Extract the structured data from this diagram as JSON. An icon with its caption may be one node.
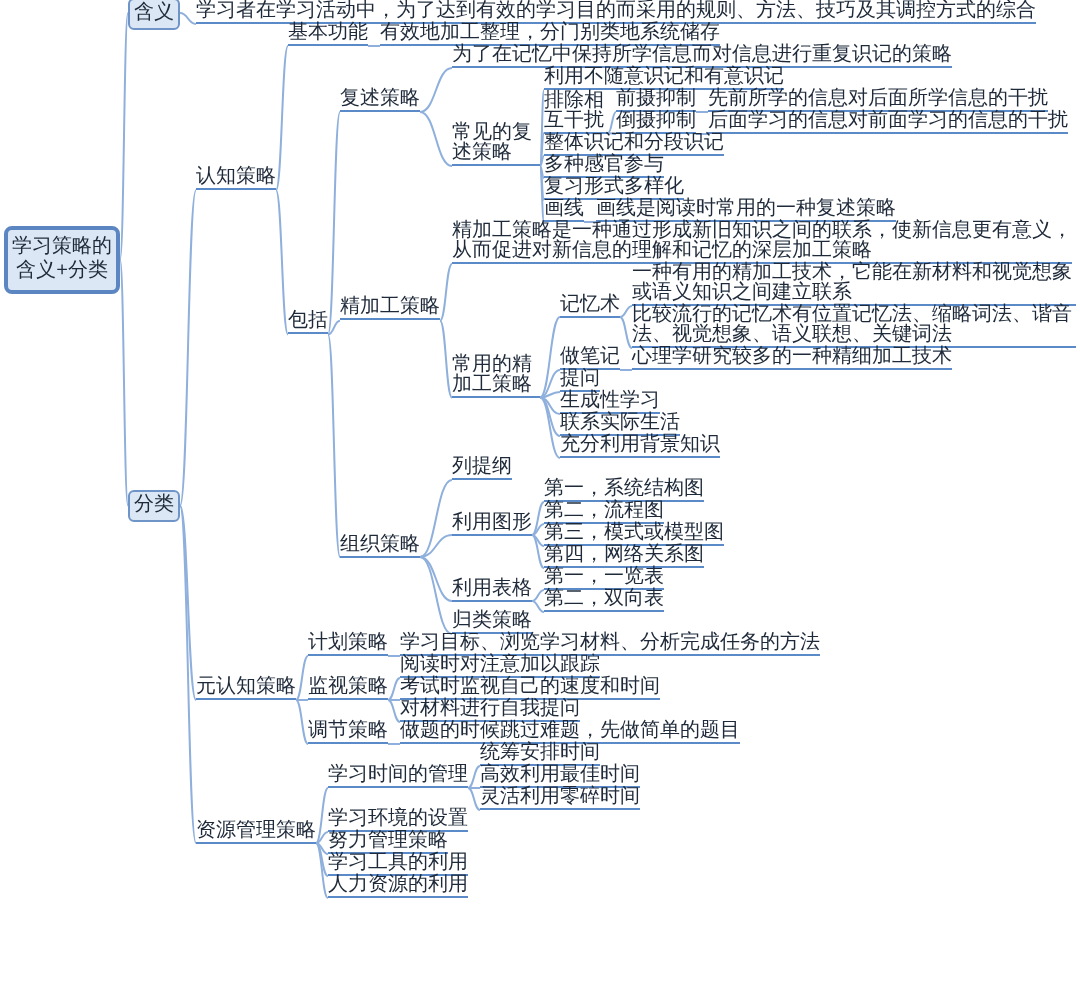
{
  "diagram": {
    "nodes": [
      {
        "text": [
          "学习策略的含义+分类"
        ]
      },
      {
        "text": [
          "含义"
        ]
      },
      {
        "text": [
          "学习者在学习活动中，为了达到有效的学习目的而采用的规则、方法、技巧及其调控方式的综合"
        ]
      },
      {
        "text": [
          "分类"
        ]
      },
      {
        "text": [
          "认知策略"
        ]
      },
      {
        "text": [
          "基本功能"
        ]
      },
      {
        "text": [
          "有效地加工整理，分门别类地系统储存"
        ]
      },
      {
        "text": [
          "包括"
        ]
      },
      {
        "text": [
          "复述策略"
        ]
      },
      {
        "text": [
          "为了在记忆中保持所学信息而对信息进行重复识记的策略"
        ]
      },
      {
        "text": [
          "常见的复述策略"
        ]
      },
      {
        "text": [
          "利用不随意识记和有意识记"
        ]
      },
      {
        "text": [
          "排除相互干扰"
        ]
      },
      {
        "text": [
          "前摄抑制"
        ]
      },
      {
        "text": [
          "先前所学的信息对后面所学信息的干扰"
        ]
      },
      {
        "text": [
          "倒摄抑制"
        ]
      },
      {
        "text": [
          "后面学习的信息对前面学习的信息的干扰"
        ]
      },
      {
        "text": [
          "整体识记和分段识记"
        ]
      },
      {
        "text": [
          "多种感官参与"
        ]
      },
      {
        "text": [
          "复习形式多样化"
        ]
      },
      {
        "text": [
          "画线"
        ]
      },
      {
        "text": [
          "画线是阅读时常用的一种复述策略"
        ]
      },
      {
        "text": [
          "精加工策略"
        ]
      },
      {
        "text": [
          "精加工策略是一种通过形成新旧知识之间的联系，使新信息更有意义，从而促进对新信息的理解和记忆的深层加工策略"
        ]
      },
      {
        "text": [
          "常用的精加工策略"
        ]
      },
      {
        "text": [
          "记忆术"
        ]
      },
      {
        "text": [
          "一种有用的精加工技术，它能在新材料和视觉想象或语义知识之间建立联系"
        ]
      },
      {
        "text": [
          "比较流行的记忆术有位置记忆法、缩略词法、谐音法、视觉想象、语义联想、关键词法"
        ]
      },
      {
        "text": [
          "做笔记"
        ]
      },
      {
        "text": [
          "心理学研究较多的一种精细加工技术"
        ]
      },
      {
        "text": [
          "提问"
        ]
      },
      {
        "text": [
          "生成性学习"
        ]
      },
      {
        "text": [
          "联系实际生活"
        ]
      },
      {
        "text": [
          "充分利用背景知识"
        ]
      },
      {
        "text": [
          "组织策略"
        ]
      },
      {
        "text": [
          "列提纲"
        ]
      },
      {
        "text": [
          "利用图形"
        ]
      },
      {
        "text": [
          "第一，系统结构图"
        ]
      },
      {
        "text": [
          "第二，流程图"
        ]
      },
      {
        "text": [
          "第三，模式或模型图"
        ]
      },
      {
        "text": [
          "第四，网络关系图"
        ]
      },
      {
        "text": [
          "利用表格"
        ]
      },
      {
        "text": [
          "第一，一览表"
        ]
      },
      {
        "text": [
          "第二，双向表"
        ]
      },
      {
        "text": [
          "归类策略"
        ]
      },
      {
        "text": [
          "元认知策略"
        ]
      },
      {
        "text": [
          "计划策略"
        ]
      },
      {
        "text": [
          "学习目标、浏览学习材料、分析完成任务的方法"
        ]
      },
      {
        "text": [
          "监视策略"
        ]
      },
      {
        "text": [
          "阅读时对注意加以跟踪"
        ]
      },
      {
        "text": [
          "考试时监视自己的速度和时间"
        ]
      },
      {
        "text": [
          "对材料进行自我提问"
        ]
      },
      {
        "text": [
          "调节策略"
        ]
      },
      {
        "text": [
          "做题的时候跳过难题，先做简单的题目"
        ]
      },
      {
        "text": [
          "资源管理策略"
        ]
      },
      {
        "text": [
          "学习时间的管理"
        ]
      },
      {
        "text": [
          "统筹安排时间"
        ]
      },
      {
        "text": [
          "高效利用最佳时间"
        ]
      },
      {
        "text": [
          "灵活利用零碎时间"
        ]
      },
      {
        "text": [
          "学习环境的设置"
        ]
      },
      {
        "text": [
          "努力管理策略"
        ]
      },
      {
        "text": [
          "学习工具的利用"
        ]
      },
      {
        "text": [
          "人力资源的利用"
        ]
      }
    ],
    "edges": [
      {
        "from": 0,
        "to": 1,
        "arrow": "none"
      },
      {
        "from": 1,
        "to": 2,
        "arrow": "none"
      },
      {
        "from": 0,
        "to": 3,
        "arrow": "none"
      },
      {
        "from": 3,
        "to": 4,
        "arrow": "none"
      },
      {
        "from": 4,
        "to": 5,
        "arrow": "none"
      },
      {
        "from": 5,
        "to": 6,
        "arrow": "none"
      },
      {
        "from": 4,
        "to": 7,
        "arrow": "none"
      },
      {
        "from": 7,
        "to": 8,
        "arrow": "none"
      },
      {
        "from": 8,
        "to": 9,
        "arrow": "none"
      },
      {
        "from": 8,
        "to": 10,
        "arrow": "none"
      },
      {
        "from": 10,
        "to": 11,
        "arrow": "none"
      },
      {
        "from": 10,
        "to": 12,
        "arrow": "none"
      },
      {
        "from": 12,
        "to": 13,
        "arrow": "none"
      },
      {
        "from": 13,
        "to": 14,
        "arrow": "none"
      },
      {
        "from": 12,
        "to": 15,
        "arrow": "none"
      },
      {
        "from": 15,
        "to": 16,
        "arrow": "none"
      },
      {
        "from": 10,
        "to": 17,
        "arrow": "none"
      },
      {
        "from": 10,
        "to": 18,
        "arrow": "none"
      },
      {
        "from": 10,
        "to": 19,
        "arrow": "none"
      },
      {
        "from": 10,
        "to": 20,
        "arrow": "none"
      },
      {
        "from": 20,
        "to": 21,
        "arrow": "none"
      },
      {
        "from": 7,
        "to": 22,
        "arrow": "none"
      },
      {
        "from": 22,
        "to": 23,
        "arrow": "none"
      },
      {
        "from": 22,
        "to": 24,
        "arrow": "none"
      },
      {
        "from": 24,
        "to": 25,
        "arrow": "none"
      },
      {
        "from": 25,
        "to": 26,
        "arrow": "none"
      },
      {
        "from": 25,
        "to": 27,
        "arrow": "none"
      },
      {
        "from": 24,
        "to": 28,
        "arrow": "none"
      },
      {
        "from": 28,
        "to": 29,
        "arrow": "none"
      },
      {
        "from": 24,
        "to": 30,
        "arrow": "none"
      },
      {
        "from": 24,
        "to": 31,
        "arrow": "none"
      },
      {
        "from": 24,
        "to": 32,
        "arrow": "none"
      },
      {
        "from": 24,
        "to": 33,
        "arrow": "none"
      },
      {
        "from": 7,
        "to": 34,
        "arrow": "none"
      },
      {
        "from": 34,
        "to": 35,
        "arrow": "none"
      },
      {
        "from": 34,
        "to": 36,
        "arrow": "none"
      },
      {
        "from": 36,
        "to": 37,
        "arrow": "none"
      },
      {
        "from": 36,
        "to": 38,
        "arrow": "none"
      },
      {
        "from": 36,
        "to": 39,
        "arrow": "none"
      },
      {
        "from": 36,
        "to": 40,
        "arrow": "none"
      },
      {
        "from": 34,
        "to": 41,
        "arrow": "none"
      },
      {
        "from": 41,
        "to": 42,
        "arrow": "none"
      },
      {
        "from": 41,
        "to": 43,
        "arrow": "none"
      },
      {
        "from": 34,
        "to": 44,
        "arrow": "none"
      },
      {
        "from": 3,
        "to": 45,
        "arrow": "none"
      },
      {
        "from": 45,
        "to": 46,
        "arrow": "none"
      },
      {
        "from": 46,
        "to": 47,
        "arrow": "none"
      },
      {
        "from": 45,
        "to": 48,
        "arrow": "none"
      },
      {
        "from": 48,
        "to": 49,
        "arrow": "none"
      },
      {
        "from": 48,
        "to": 50,
        "arrow": "none"
      },
      {
        "from": 48,
        "to": 51,
        "arrow": "none"
      },
      {
        "from": 45,
        "to": 52,
        "arrow": "none"
      },
      {
        "from": 52,
        "to": 53,
        "arrow": "none"
      },
      {
        "from": 3,
        "to": 54,
        "arrow": "none"
      },
      {
        "from": 54,
        "to": 55,
        "arrow": "none"
      },
      {
        "from": 55,
        "to": 56,
        "arrow": "none"
      },
      {
        "from": 55,
        "to": 57,
        "arrow": "none"
      },
      {
        "from": 55,
        "to": 58,
        "arrow": "none"
      },
      {
        "from": 54,
        "to": 59,
        "arrow": "none"
      },
      {
        "from": 54,
        "to": 60,
        "arrow": "none"
      },
      {
        "from": 54,
        "to": 61,
        "arrow": "none"
      },
      {
        "from": 54,
        "to": 62,
        "arrow": "none"
      }
    ]
  }
}
